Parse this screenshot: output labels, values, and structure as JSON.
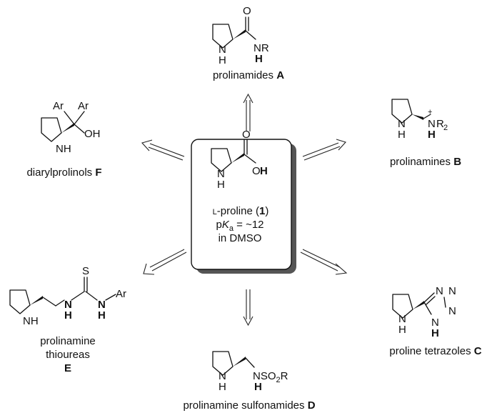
{
  "center": {
    "name_prefix": "L",
    "name_rest": "-proline (",
    "compound_no": "1",
    "name_close": ")",
    "pka_p": "p",
    "pka_K": "K",
    "pka_sub": "a",
    "pka_value": " = ~12",
    "solvent": "in DMSO"
  },
  "A": {
    "caption": "prolinamides ",
    "letter": "A",
    "sub1": "NR",
    "sub2": "H"
  },
  "B": {
    "caption": "prolinamines ",
    "letter": "B",
    "n": "N",
    "r": "R",
    "r_sub": "2",
    "h": "H",
    "charge": "+"
  },
  "C": {
    "caption": "proline tetrazoles ",
    "letter": "C"
  },
  "D": {
    "line1": "prolinamine sulfonamides ",
    "letter": "D",
    "n": "N",
    "so": "SO",
    "so_sub": "2",
    "r": "R",
    "h": "H"
  },
  "E": {
    "line1": "prolinamine",
    "line2": "thioureas",
    "letter": "E",
    "s": "S",
    "ar": "Ar"
  },
  "F": {
    "caption": "diarylprolinols ",
    "letter": "F",
    "ar": "Ar",
    "oh": "OH"
  },
  "atoms": {
    "N": "N",
    "H": "H",
    "O": "O",
    "NH": "NH",
    "OH": "O",
    "OH_H": "H"
  }
}
